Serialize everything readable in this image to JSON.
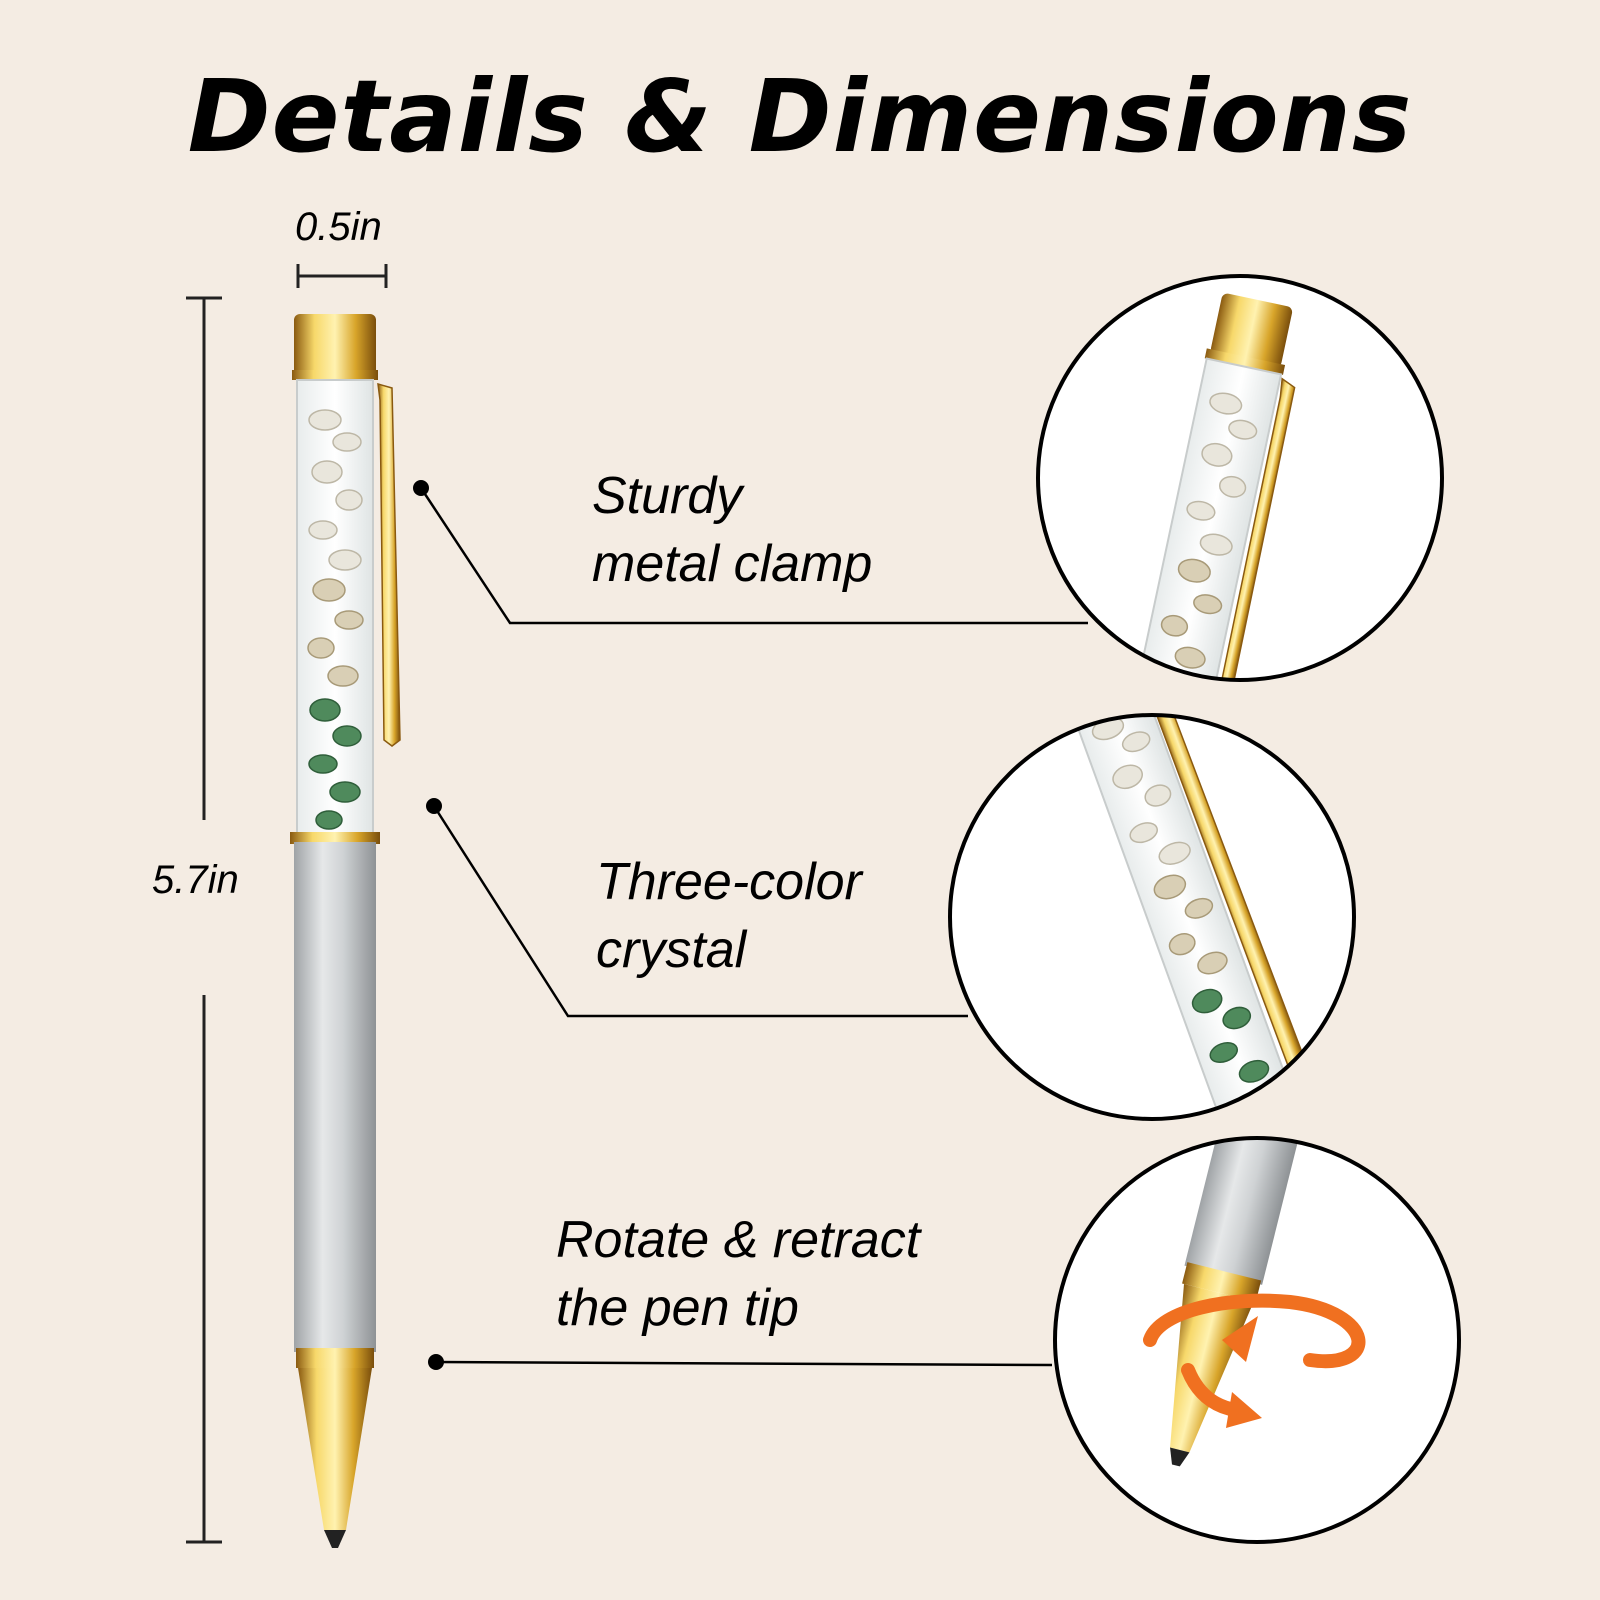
{
  "title": "Details & Dimensions",
  "dimensions": {
    "width_label": "0.5in",
    "length_label": "5.7in"
  },
  "features": [
    {
      "line1": "Sturdy",
      "line2": "metal clamp"
    },
    {
      "line1": "Three-color",
      "line2": "crystal"
    },
    {
      "line1": "Rotate & retract",
      "line2": "the pen tip"
    }
  ],
  "colors": {
    "background": "#f4ece3",
    "gold": "#d8a52a",
    "silver": "#c9ccce",
    "crystal_green": "#4f8a5c",
    "rotate_arrow": "#f07020"
  }
}
